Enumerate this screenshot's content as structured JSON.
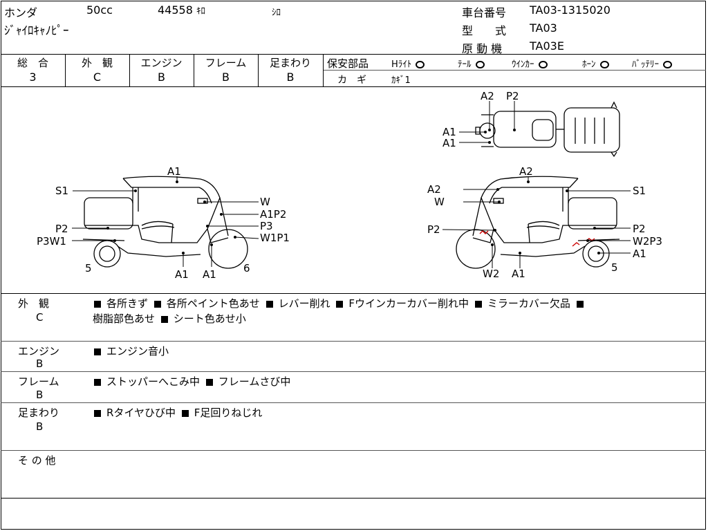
{
  "header": {
    "maker": "ホンダ",
    "displacement": "50cc",
    "mileage": "44558",
    "mileage_unit": "ｷﾛ",
    "color": "ｼﾛ",
    "model_name": "ｼﾞｬｲﾛｷｬﾉﾋﾟｰ",
    "frame_no_label": "車台番号",
    "frame_no": "TA03-1315020",
    "type_label": "型　　式",
    "type_value": "TA03",
    "engine_label": "原 動 機",
    "engine_value": "TA03E"
  },
  "grades": {
    "columns": [
      {
        "label": "総　合",
        "value": "3"
      },
      {
        "label": "外　観",
        "value": "C"
      },
      {
        "label": "エンジン",
        "value": "B"
      },
      {
        "label": "フレーム",
        "value": "B"
      },
      {
        "label": "足まわり",
        "value": "B"
      }
    ],
    "safety_label": "保安部品",
    "safety_items": [
      {
        "label": "Hﾗｲﾄ",
        "status": "ok"
      },
      {
        "label": "ﾃｰﾙ",
        "status": "ok"
      },
      {
        "label": "ｳｲﾝｶｰ",
        "status": "ok"
      },
      {
        "label": "ﾎｰﾝ",
        "status": "ok"
      },
      {
        "label": "ﾊﾞｯﾃﾘｰ",
        "status": "ok"
      }
    ],
    "key_label": "カ　ギ",
    "key_value": "ｶｷﾞ1"
  },
  "diagram": {
    "left_labels": [
      "A1",
      "S1",
      "W",
      "A1P2",
      "P3",
      "P2",
      "P3W1",
      "W1P1",
      "5",
      "A1",
      "A1",
      "6"
    ],
    "right_labels": [
      "A2",
      "S1",
      "A2",
      "W",
      "P2",
      "P2",
      "W2P3",
      "A1",
      "5",
      "W2",
      "A1"
    ],
    "top_labels": [
      "A2",
      "P2",
      "A1",
      "A1"
    ]
  },
  "remarks": [
    {
      "label": "外　観",
      "grade": "C",
      "items": [
        "各所きず",
        "各所ペイント色あせ",
        "レバー削れ",
        "Fウインカーカバー削れ中",
        "ミラーカバー欠品"
      ],
      "items_line2": [
        "樹脂部色あせ",
        "シート色あせ小"
      ]
    },
    {
      "label": "エンジン",
      "grade": "B",
      "items": [
        "エンジン音小"
      ],
      "items_line2": []
    },
    {
      "label": "フレーム",
      "grade": "B",
      "items": [
        "ストッパーへこみ中",
        "フレームさび中"
      ],
      "items_line2": []
    },
    {
      "label": "足まわり",
      "grade": "B",
      "items": [
        "Rタイヤひび中",
        "F足回りねじれ"
      ],
      "items_line2": []
    },
    {
      "label": "そ の 他",
      "grade": "",
      "items": [],
      "items_line2": []
    }
  ]
}
